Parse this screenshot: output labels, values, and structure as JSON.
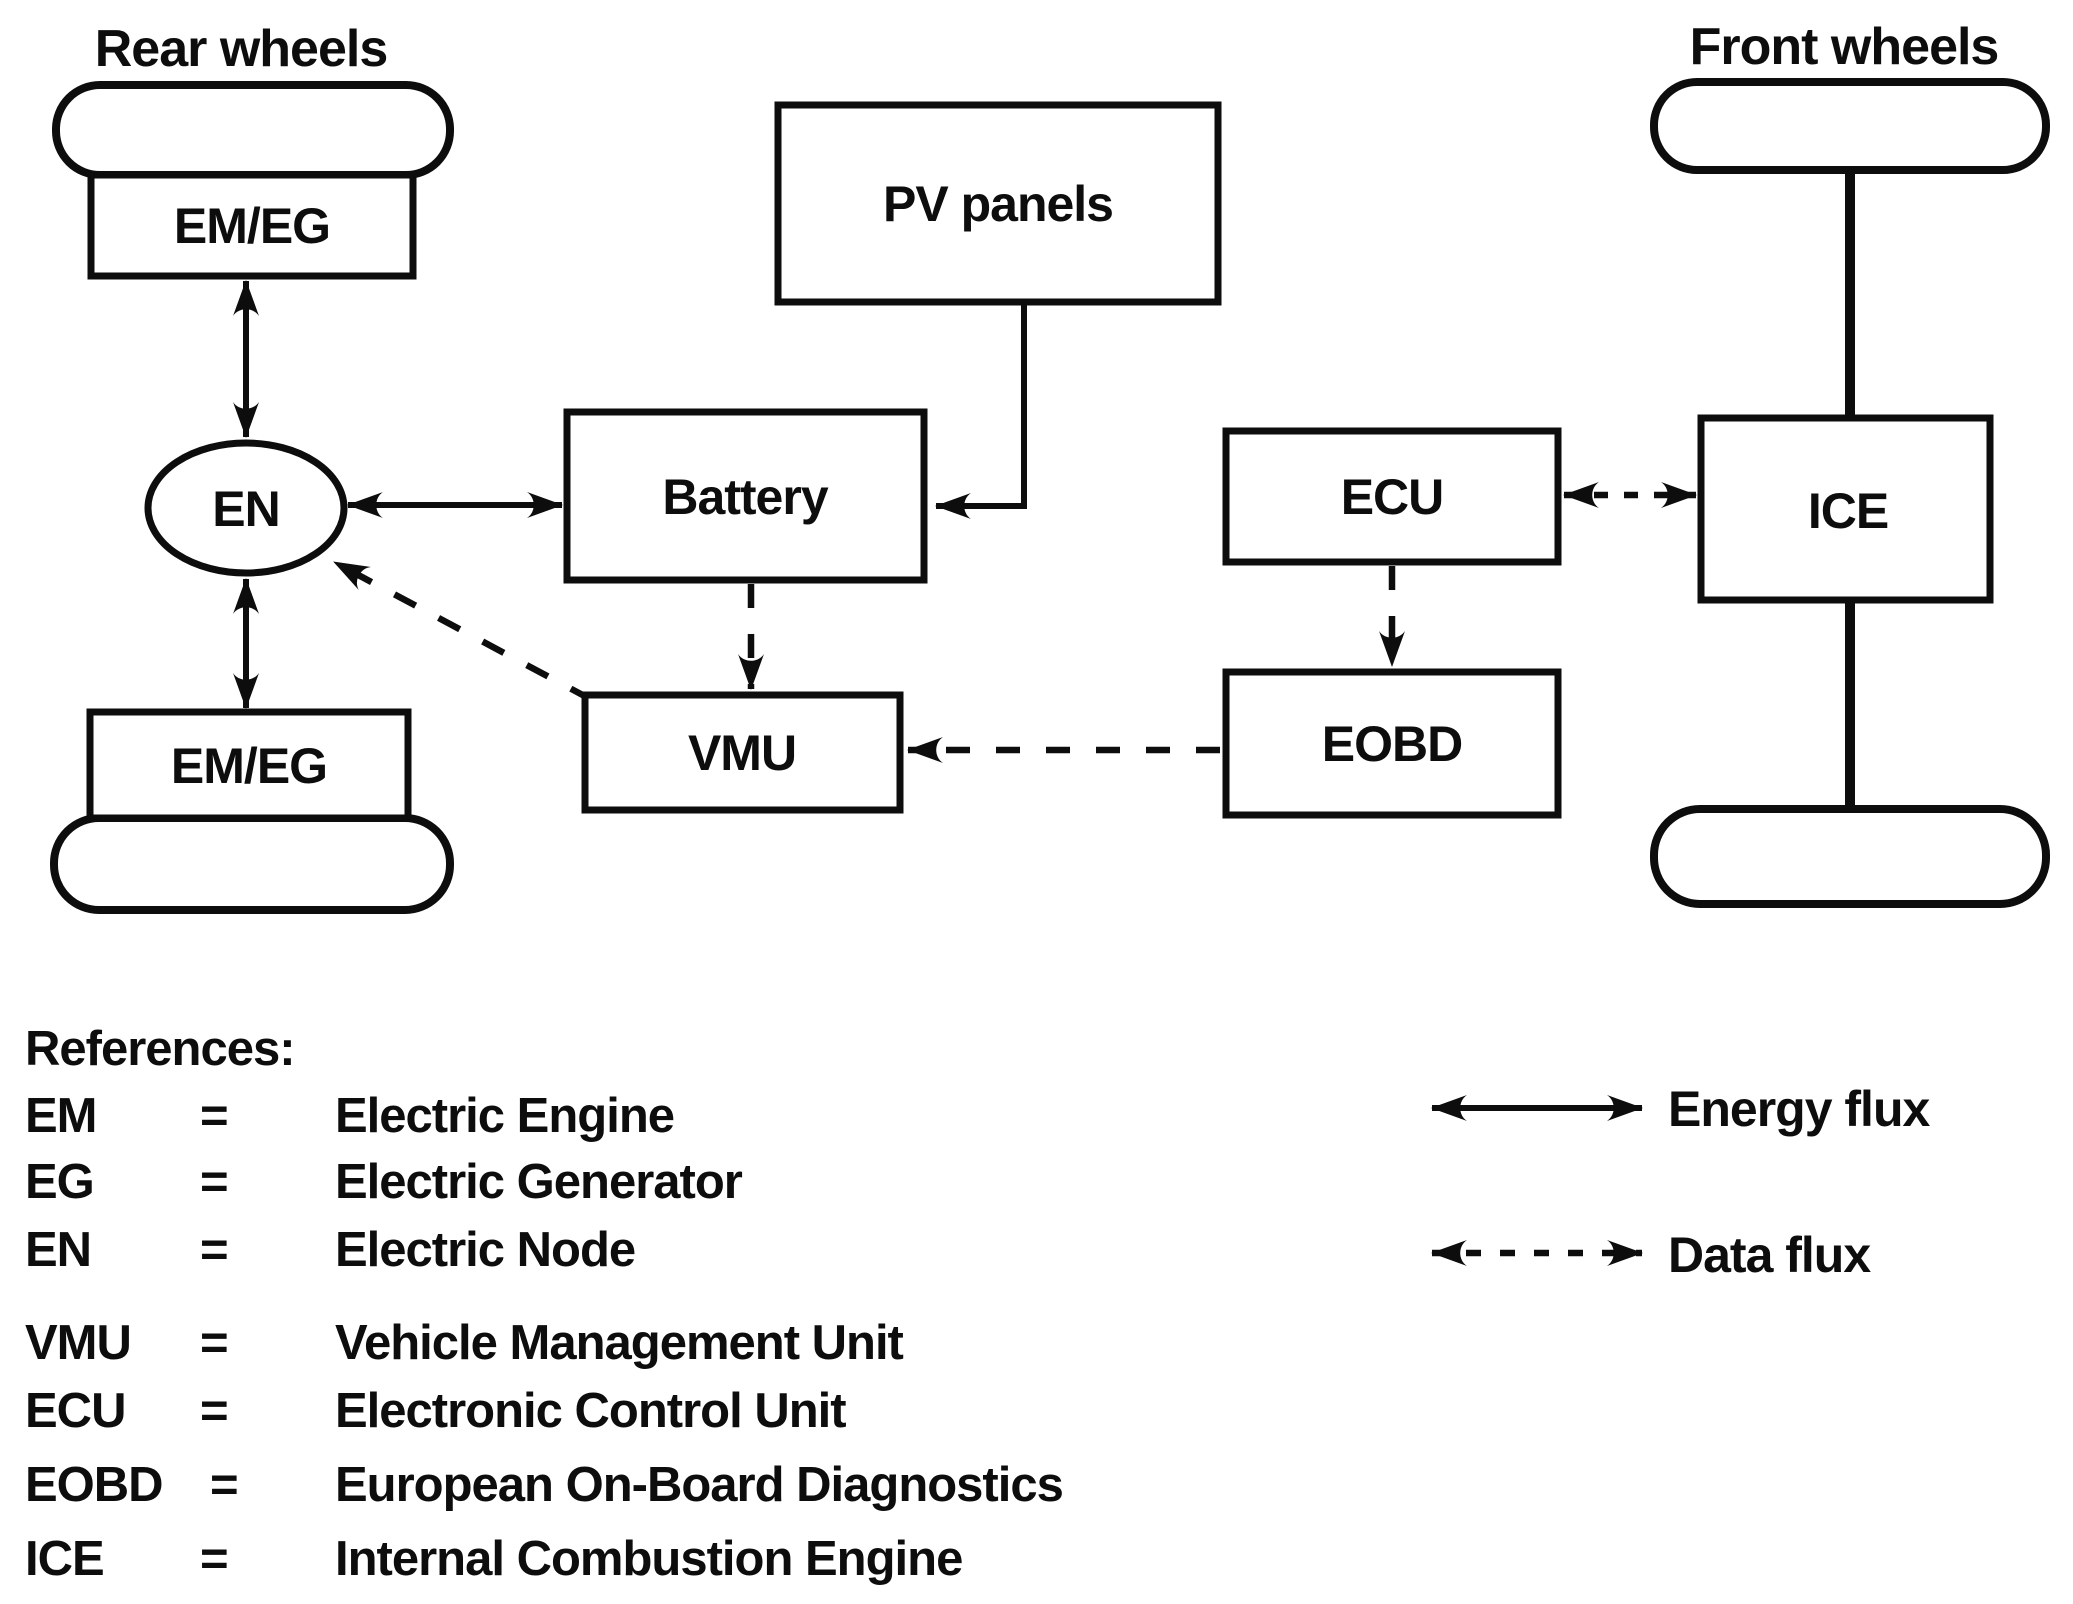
{
  "figure": {
    "kind": "hybrid-solar-vehicle-architecture-diagram",
    "background": "#ffffff",
    "ink": "#0d0d0d"
  },
  "labels": {
    "rear_wheels": "Rear wheels",
    "front_wheels": "Front wheels"
  },
  "nodes": {
    "emeg_rear_top": {
      "label": "EM/EG"
    },
    "emeg_rear_bottom": {
      "label": "EM/EG"
    },
    "en": {
      "label": "EN"
    },
    "battery": {
      "label": "Battery"
    },
    "pv_panels": {
      "label": "PV panels"
    },
    "vmu": {
      "label": "VMU"
    },
    "ecu": {
      "label": "ECU"
    },
    "eobd": {
      "label": "EOBD"
    },
    "ice": {
      "label": "ICE"
    }
  },
  "connections": {
    "energy_flux": [
      "EM/EG (rear top) <-> EN",
      "EM/EG (rear bottom) <-> EN",
      "EN <-> Battery",
      "PV panels -> Battery",
      "Front wheels - ICE mechanical axle"
    ],
    "data_flux": [
      "Battery -> VMU",
      "VMU -> EN",
      "EOBD -> VMU",
      "ECU <-> ICE",
      "ECU -> EOBD"
    ]
  },
  "references": {
    "title": "References:",
    "items": [
      {
        "abbr": "EM",
        "eq": "=",
        "meaning": "Electric Engine"
      },
      {
        "abbr": "EG",
        "eq": "=",
        "meaning": "Electric Generator"
      },
      {
        "abbr": "EN",
        "eq": "=",
        "meaning": "Electric Node"
      },
      {
        "abbr": "VMU",
        "eq": "=",
        "meaning": "Vehicle Management Unit"
      },
      {
        "abbr": "ECU",
        "eq": "=",
        "meaning": "Electronic Control Unit"
      },
      {
        "abbr": "EOBD",
        "eq": "=",
        "meaning": "European On-Board Diagnostics"
      },
      {
        "abbr": "ICE",
        "eq": "=",
        "meaning": "Internal Combustion Engine"
      }
    ]
  },
  "legend": {
    "energy_flux": "Energy flux",
    "data_flux": "Data flux"
  }
}
